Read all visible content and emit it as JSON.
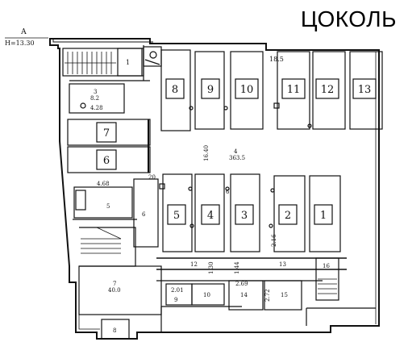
{
  "title": "ЦОКОЛЬ",
  "axis_marker": {
    "letter": "А",
    "mark": "Н=13.30"
  },
  "top_dimension": "18.5",
  "spaces": [
    {
      "id": "8",
      "label": "8"
    },
    {
      "id": "9",
      "label": "9"
    },
    {
      "id": "10",
      "label": "10"
    },
    {
      "id": "11",
      "label": "11"
    },
    {
      "id": "12",
      "label": "12"
    },
    {
      "id": "13",
      "label": "13"
    },
    {
      "id": "7",
      "label": "7"
    },
    {
      "id": "6",
      "label": "6"
    },
    {
      "id": "5",
      "label": "5"
    },
    {
      "id": "4",
      "label": "4"
    },
    {
      "id": "3",
      "label": "3"
    },
    {
      "id": "2",
      "label": "2"
    },
    {
      "id": "1",
      "label": "1"
    }
  ],
  "rooms": {
    "r1": "1",
    "r3_num": "3",
    "r3_area": "8.2",
    "r3_dim": "4.28",
    "r4_num": "4",
    "r4_area": "363.5",
    "r4_dim": "16.40",
    "r5_num": "5",
    "r5_dim": "4.68",
    "r6": "6",
    "r7_num": "7",
    "r7_area": "40.0",
    "r8": "8",
    "r9": "9",
    "r10": "10",
    "r12": "12",
    "r12_dim": "1.30",
    "r13": "13",
    "r13_dim": "1.44",
    "r14": "14",
    "r14_dim": "2.69",
    "r15": "15",
    "r15_dim": "2.72",
    "r16": "16",
    "dim_201": "2.01",
    "dim_216": "2.16",
    "dim_20": "20",
    "dim_6": "6"
  }
}
